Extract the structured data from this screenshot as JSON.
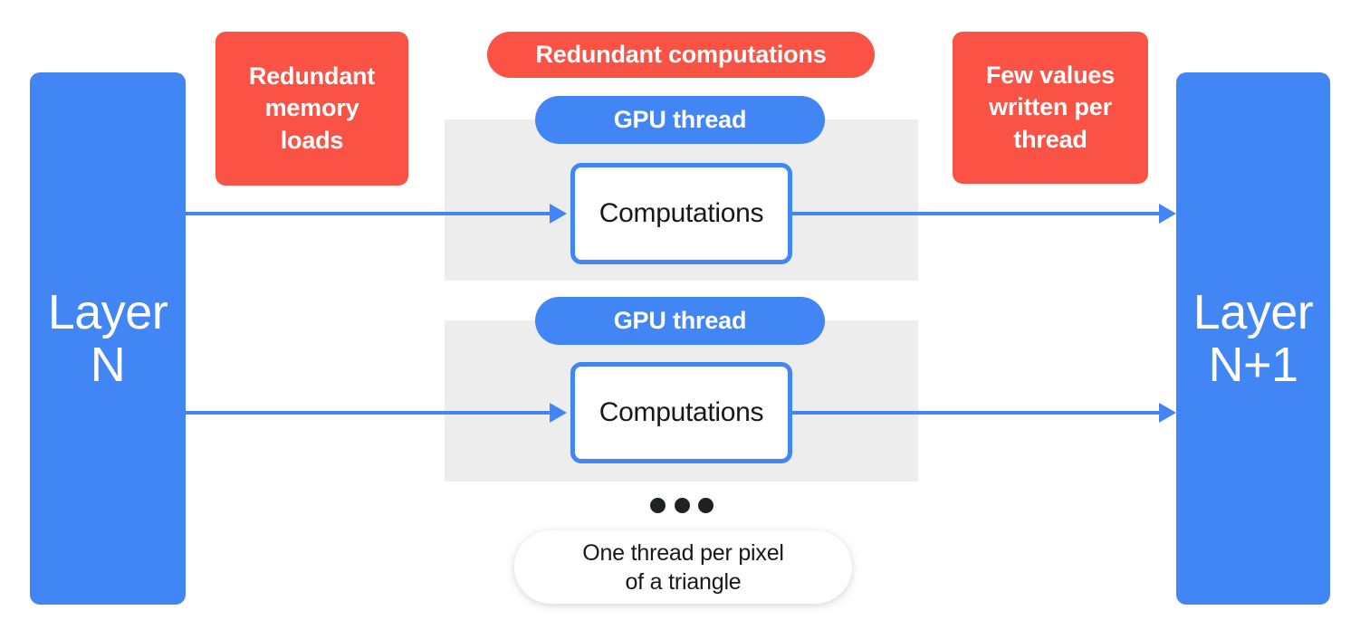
{
  "diagram": {
    "title": "GPU thread redundancy diagram",
    "colors": {
      "blue": "#4285f4",
      "red": "#fa5244",
      "gray_panel": "#ededed",
      "text_dark": "#18181b",
      "white": "#ffffff"
    },
    "layers": {
      "input": {
        "label": "Layer\nN"
      },
      "output": {
        "label": "Layer\nN+1"
      }
    },
    "callouts": {
      "memory_loads": {
        "label": "Redundant\nmemory\nloads"
      },
      "redundant_computations": {
        "label": "Redundant computations"
      },
      "values_written": {
        "label": "Few values\nwritten per\nthread"
      }
    },
    "threads": [
      {
        "pill_label": "GPU thread",
        "box_label": "Computations"
      },
      {
        "pill_label": "GPU thread",
        "box_label": "Computations"
      }
    ],
    "ellipsis": {
      "dot_count": 3
    },
    "footer": {
      "label": "One thread per pixel\nof a triangle"
    }
  }
}
